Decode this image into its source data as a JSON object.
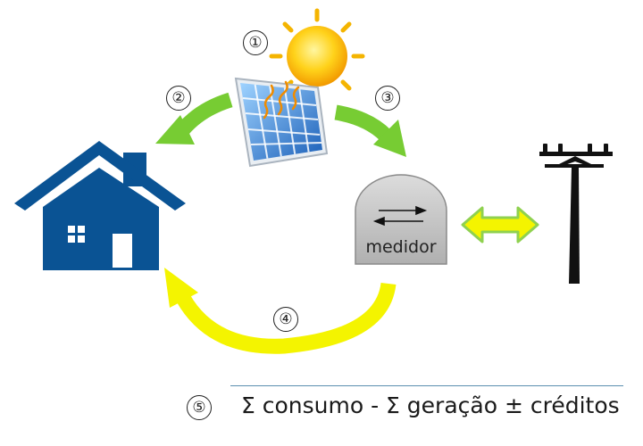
{
  "steps": {
    "one": "①",
    "two": "②",
    "three": "③",
    "four": "④",
    "five": "⑤"
  },
  "meter": {
    "label": "medidor"
  },
  "formula": {
    "text": "Σ consumo - Σ geração ± créditos"
  },
  "colors": {
    "house": "#0a5394",
    "green_arrow": "#77cc33",
    "yellow_arrow": "#f4f400",
    "meter_fill": "#c8c8c8",
    "pole": "#111111",
    "rule": "#5b8fb0"
  },
  "icons": [
    "sun-icon",
    "solar-panel-icon",
    "house-icon",
    "meter-icon",
    "utility-pole-icon",
    "bidirectional-arrow-icon"
  ]
}
